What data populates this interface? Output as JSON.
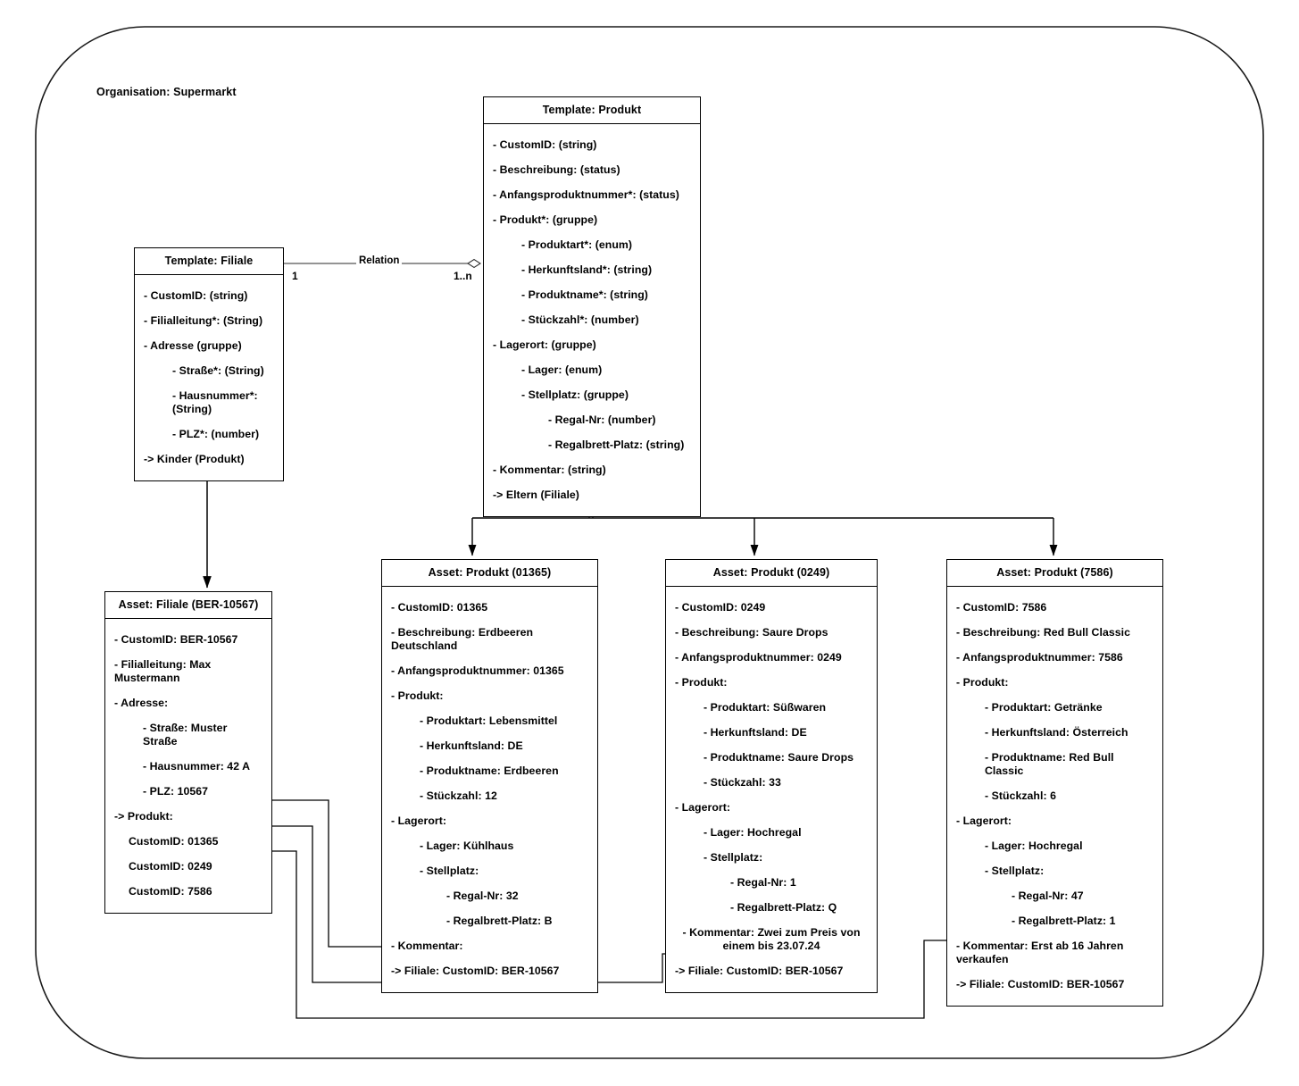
{
  "diagram": {
    "organisation_label": "Organisation: Supermarkt",
    "relation": {
      "label": "Relation",
      "source_multiplicity": "1",
      "target_multiplicity": "1..n"
    }
  },
  "template_filiale": {
    "title": "Template:  Filiale",
    "rows": [
      {
        "text": "- CustomID: (string)",
        "indent": 0
      },
      {
        "text": "- Filialleitung*: (String)",
        "indent": 0
      },
      {
        "text": "- Adresse (gruppe)",
        "indent": 0
      },
      {
        "text": "- Straße*: (String)",
        "indent": 1
      },
      {
        "text": "- Hausnummer*: (String)",
        "indent": 1
      },
      {
        "text": "- PLZ*: (number)",
        "indent": 1
      },
      {
        "text": "-> Kinder (Produkt)",
        "indent": 0
      }
    ]
  },
  "template_produkt": {
    "title": "Template:  Produkt",
    "rows": [
      {
        "text": "- CustomID: (string)",
        "indent": 0
      },
      {
        "text": "- Beschreibung: (status)",
        "indent": 0
      },
      {
        "text": "- Anfangsproduktnummer*: (status)",
        "indent": 0
      },
      {
        "text": "- Produkt*: (gruppe)",
        "indent": 0
      },
      {
        "text": "- Produktart*: (enum)",
        "indent": 1
      },
      {
        "text": "- Herkunftsland*: (string)",
        "indent": 1
      },
      {
        "text": "- Produktname*: (string)",
        "indent": 1
      },
      {
        "text": "- Stückzahl*: (number)",
        "indent": 1
      },
      {
        "text": "- Lagerort: (gruppe)",
        "indent": 0
      },
      {
        "text": "- Lager: (enum)",
        "indent": 1
      },
      {
        "text": "- Stellplatz: (gruppe)",
        "indent": 1
      },
      {
        "text": "- Regal-Nr: (number)",
        "indent": 2
      },
      {
        "text": "- Regalbrett-Platz: (string)",
        "indent": 2
      },
      {
        "text": "- Kommentar: (string)",
        "indent": 0
      },
      {
        "text": "-> Eltern (Filiale)",
        "indent": 0
      }
    ]
  },
  "asset_filiale": {
    "title": "Asset:  Filiale (BER-10567)",
    "rows": [
      {
        "text": "- CustomID: BER-10567",
        "indent": 0
      },
      {
        "text": "- Filialleitung: Max Mustermann",
        "indent": 0
      },
      {
        "text": "- Adresse:",
        "indent": 0
      },
      {
        "text": "- Straße: Muster Straße",
        "indent": 1
      },
      {
        "text": "- Hausnummer: 42 A",
        "indent": 1
      },
      {
        "text": "- PLZ: 10567",
        "indent": 1
      },
      {
        "text": "-> Produkt:",
        "indent": 0
      },
      {
        "text": "CustomID: 01365",
        "indent": 3
      },
      {
        "text": "CustomID: 0249",
        "indent": 3
      },
      {
        "text": "CustomID: 7586",
        "indent": 3
      }
    ]
  },
  "asset_produkt_01365": {
    "title": "Asset:  Produkt (01365)",
    "rows": [
      {
        "text": "- CustomID:  01365",
        "indent": 0
      },
      {
        "text": "- Beschreibung: Erdbeeren Deutschland",
        "indent": 0
      },
      {
        "text": "- Anfangsproduktnummer: 01365",
        "indent": 0
      },
      {
        "text": "- Produkt:",
        "indent": 0
      },
      {
        "text": "- Produktart: Lebensmittel",
        "indent": 1
      },
      {
        "text": "- Herkunftsland: DE",
        "indent": 1
      },
      {
        "text": "- Produktname: Erdbeeren",
        "indent": 1
      },
      {
        "text": "- Stückzahl: 12",
        "indent": 1
      },
      {
        "text": "- Lagerort:",
        "indent": 0
      },
      {
        "text": "- Lager: Kühlhaus",
        "indent": 1
      },
      {
        "text": "- Stellplatz:",
        "indent": 1
      },
      {
        "text": "- Regal-Nr: 32",
        "indent": 2
      },
      {
        "text": "- Regalbrett-Platz: B",
        "indent": 2
      },
      {
        "text": "- Kommentar:",
        "indent": 0
      },
      {
        "text": "-> Filiale: CustomID: BER-10567",
        "indent": 0
      }
    ]
  },
  "asset_produkt_0249": {
    "title": "Asset:  Produkt (0249)",
    "rows": [
      {
        "text": "- CustomID:  0249",
        "indent": 0
      },
      {
        "text": "- Beschreibung: Saure Drops",
        "indent": 0
      },
      {
        "text": "- Anfangsproduktnummer: 0249",
        "indent": 0
      },
      {
        "text": "- Produkt:",
        "indent": 0
      },
      {
        "text": "- Produktart: Süßwaren",
        "indent": 1
      },
      {
        "text": "- Herkunftsland: DE",
        "indent": 1
      },
      {
        "text": "- Produktname:  Saure Drops",
        "indent": 1
      },
      {
        "text": "- Stückzahl: 33",
        "indent": 1
      },
      {
        "text": "- Lagerort:",
        "indent": 0
      },
      {
        "text": "- Lager: Hochregal",
        "indent": 1
      },
      {
        "text": "- Stellplatz:",
        "indent": 1
      },
      {
        "text": "- Regal-Nr: 1",
        "indent": 2
      },
      {
        "text": "- Regalbrett-Platz: Q",
        "indent": 2
      },
      {
        "text": "- Kommentar: Zwei zum Preis von einem bis 23.07.24",
        "indent": 0
      },
      {
        "text": "-> Filiale: CustomID: BER-10567",
        "indent": 0
      }
    ]
  },
  "asset_produkt_7586": {
    "title": "Asset:  Produkt (7586)",
    "rows": [
      {
        "text": "- CustomID:  7586",
        "indent": 0
      },
      {
        "text": "- Beschreibung: Red Bull Classic",
        "indent": 0
      },
      {
        "text": "- Anfangsproduktnummer: 7586",
        "indent": 0
      },
      {
        "text": "- Produkt:",
        "indent": 0
      },
      {
        "text": "- Produktart: Getränke",
        "indent": 1
      },
      {
        "text": "- Herkunftsland: Österreich",
        "indent": 1
      },
      {
        "text": "- Produktname:  Red Bull Classic",
        "indent": 1
      },
      {
        "text": "- Stückzahl: 6",
        "indent": 1
      },
      {
        "text": "- Lagerort:",
        "indent": 0
      },
      {
        "text": "- Lager: Hochregal",
        "indent": 1
      },
      {
        "text": "- Stellplatz:",
        "indent": 1
      },
      {
        "text": "- Regal-Nr: 47",
        "indent": 2
      },
      {
        "text": "- Regalbrett-Platz: 1",
        "indent": 2
      },
      {
        "text": "- Kommentar: Erst ab 16 Jahren verkaufen",
        "indent": 0
      },
      {
        "text": "-> Filiale: CustomID: BER-10567",
        "indent": 0
      }
    ]
  },
  "colors": {
    "stroke": "#000000",
    "background": "#ffffff"
  }
}
